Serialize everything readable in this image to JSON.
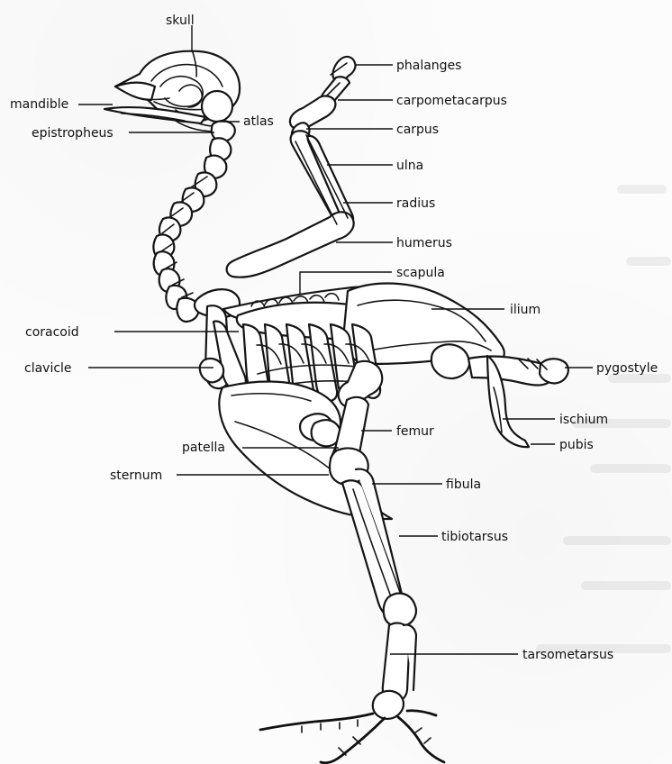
{
  "labels": {
    "skull": "skull",
    "mandible": "mandible",
    "atlas": "atlas",
    "epistropheus": "epistropheus",
    "phalanges": "phalanges",
    "carpometacarpus": "carpometacarpus",
    "carpus": "carpus",
    "ulna": "ulna",
    "radius": "radius",
    "humerus": "humerus",
    "scapula": "scapula",
    "ilium": "ilium",
    "coracoid": "coracoid",
    "clavicle": "clavicle",
    "pygostyle": "pygostyle",
    "ischium": "ischium",
    "femur": "femur",
    "pubis": "pubis",
    "patella": "patella",
    "sternum": "sternum",
    "fibula": "fibula",
    "tibiotarsus": "tibiotarsus",
    "tarsometarsus": "tarsometarsus"
  }
}
